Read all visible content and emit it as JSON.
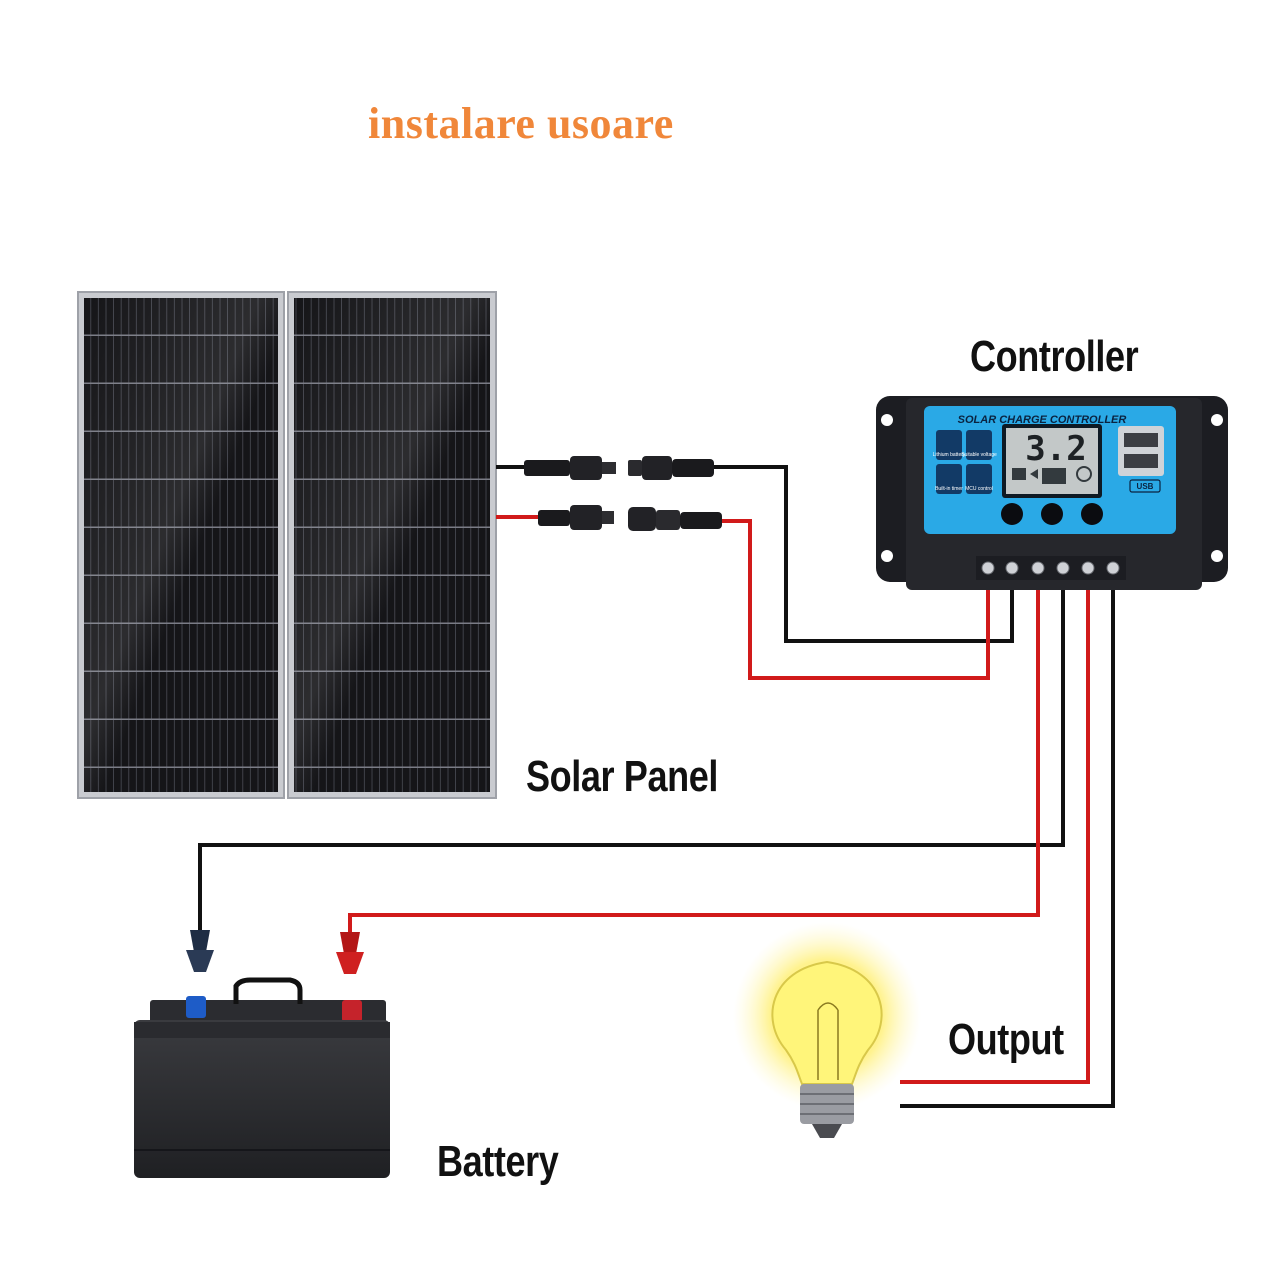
{
  "heading": {
    "text": "instalare usoare",
    "color": "#f0873a"
  },
  "labels": {
    "controller": "Controller",
    "solar_panel": "Solar Panel",
    "battery": "Battery",
    "output": "Output"
  },
  "controller": {
    "title": "SOLAR CHARGE CONTROLLER",
    "display_value": "3.2",
    "usb_label": "USB",
    "icon_labels": [
      "Lithium battery",
      "Suitable voltage",
      "Built-in timer",
      "MCU control"
    ]
  },
  "colors": {
    "positive_wire": "#d11a1a",
    "negative_wire": "#111111",
    "panel_blue": "#2aa9e6",
    "housing": "#1c1d22"
  }
}
